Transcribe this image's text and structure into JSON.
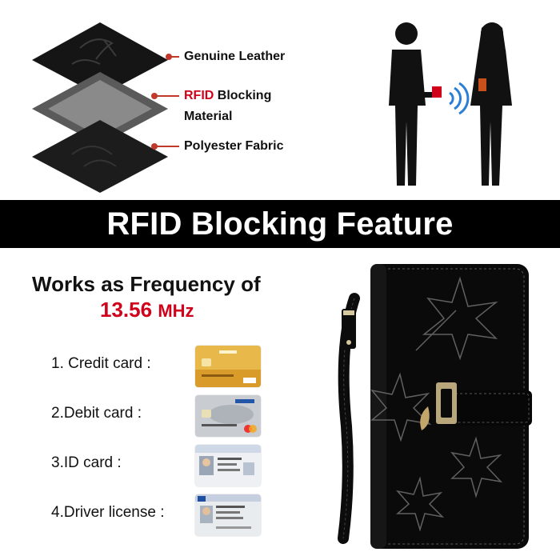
{
  "layers": {
    "items": [
      {
        "parts": [
          "Genuine Leather"
        ]
      },
      {
        "accent": "RFID",
        "rest": " Blocking",
        "line2": "Material"
      },
      {
        "parts": [
          "Polyester Fabric"
        ]
      }
    ],
    "accent_color": "#d0021b",
    "line_color": "#c0392b"
  },
  "banner": {
    "title": "RFID Blocking Feature",
    "background": "#000000",
    "text_color": "#ffffff"
  },
  "frequency": {
    "line1": "Works as Frequency of",
    "value": "13.56",
    "unit": "MHz",
    "value_color": "#d0021b"
  },
  "cards": [
    {
      "label": "1. Credit card :",
      "icon": "credit-card-icon"
    },
    {
      "label": "2.Debit card :",
      "icon": "debit-card-icon"
    },
    {
      "label": "3.ID card :",
      "icon": "id-card-icon"
    },
    {
      "label": "4.Driver license :",
      "icon": "driver-license-icon"
    }
  ],
  "images": {
    "people": "people-scanning-illustration",
    "wallet": "black-leaf-embossed-wallet"
  }
}
